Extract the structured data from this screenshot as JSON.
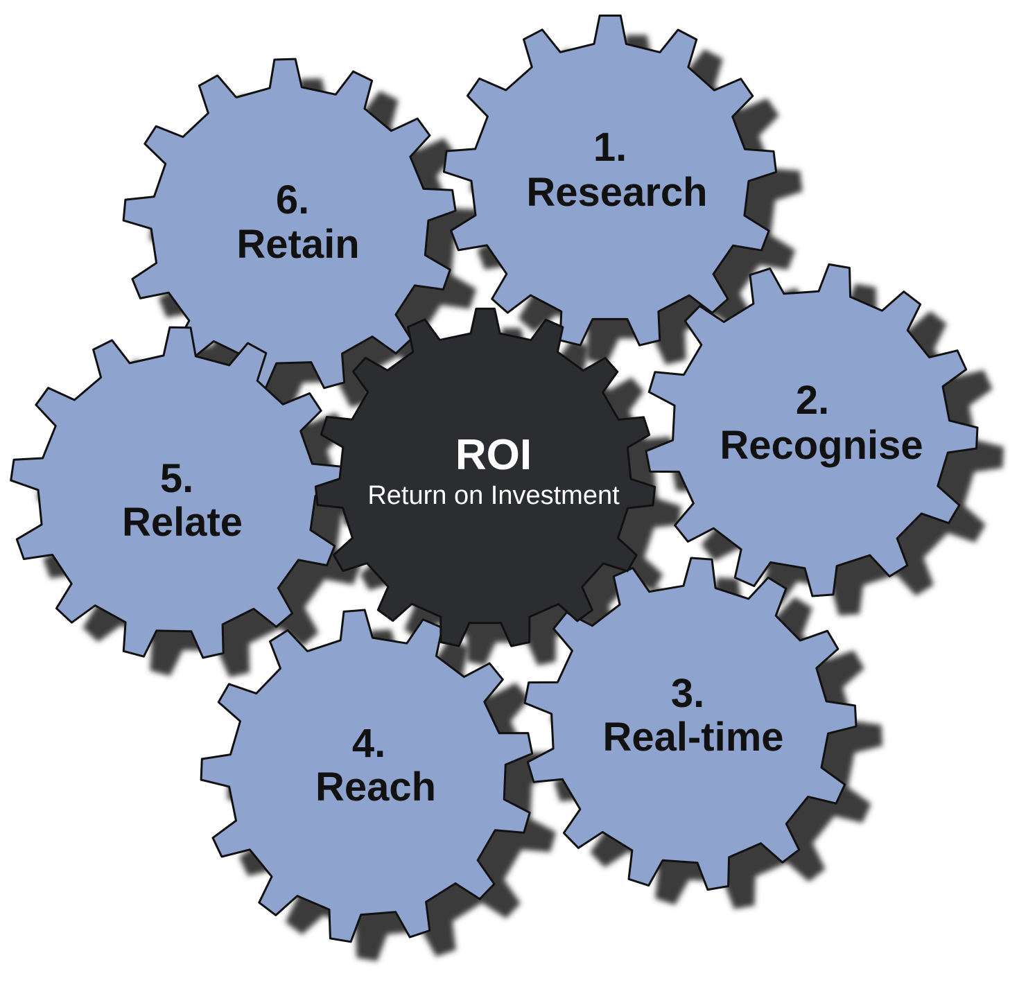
{
  "colors": {
    "background": "#ffffff",
    "gear_fill": "#8fa3cf",
    "gear_text": "#111111",
    "center_gear_fill": "#2b2d31",
    "center_text": "#ffffff",
    "shadow": "#3a3a3a"
  },
  "center": {
    "title": "ROI",
    "subtitle": "Return on Investment"
  },
  "gears": [
    {
      "number": "1.",
      "label": "Research"
    },
    {
      "number": "2.",
      "label": "Recognise"
    },
    {
      "number": "3.",
      "label": "Real-time"
    },
    {
      "number": "4.",
      "label": "Reach"
    },
    {
      "number": "5.",
      "label": "Relate"
    },
    {
      "number": "6.",
      "label": "Retain"
    }
  ]
}
